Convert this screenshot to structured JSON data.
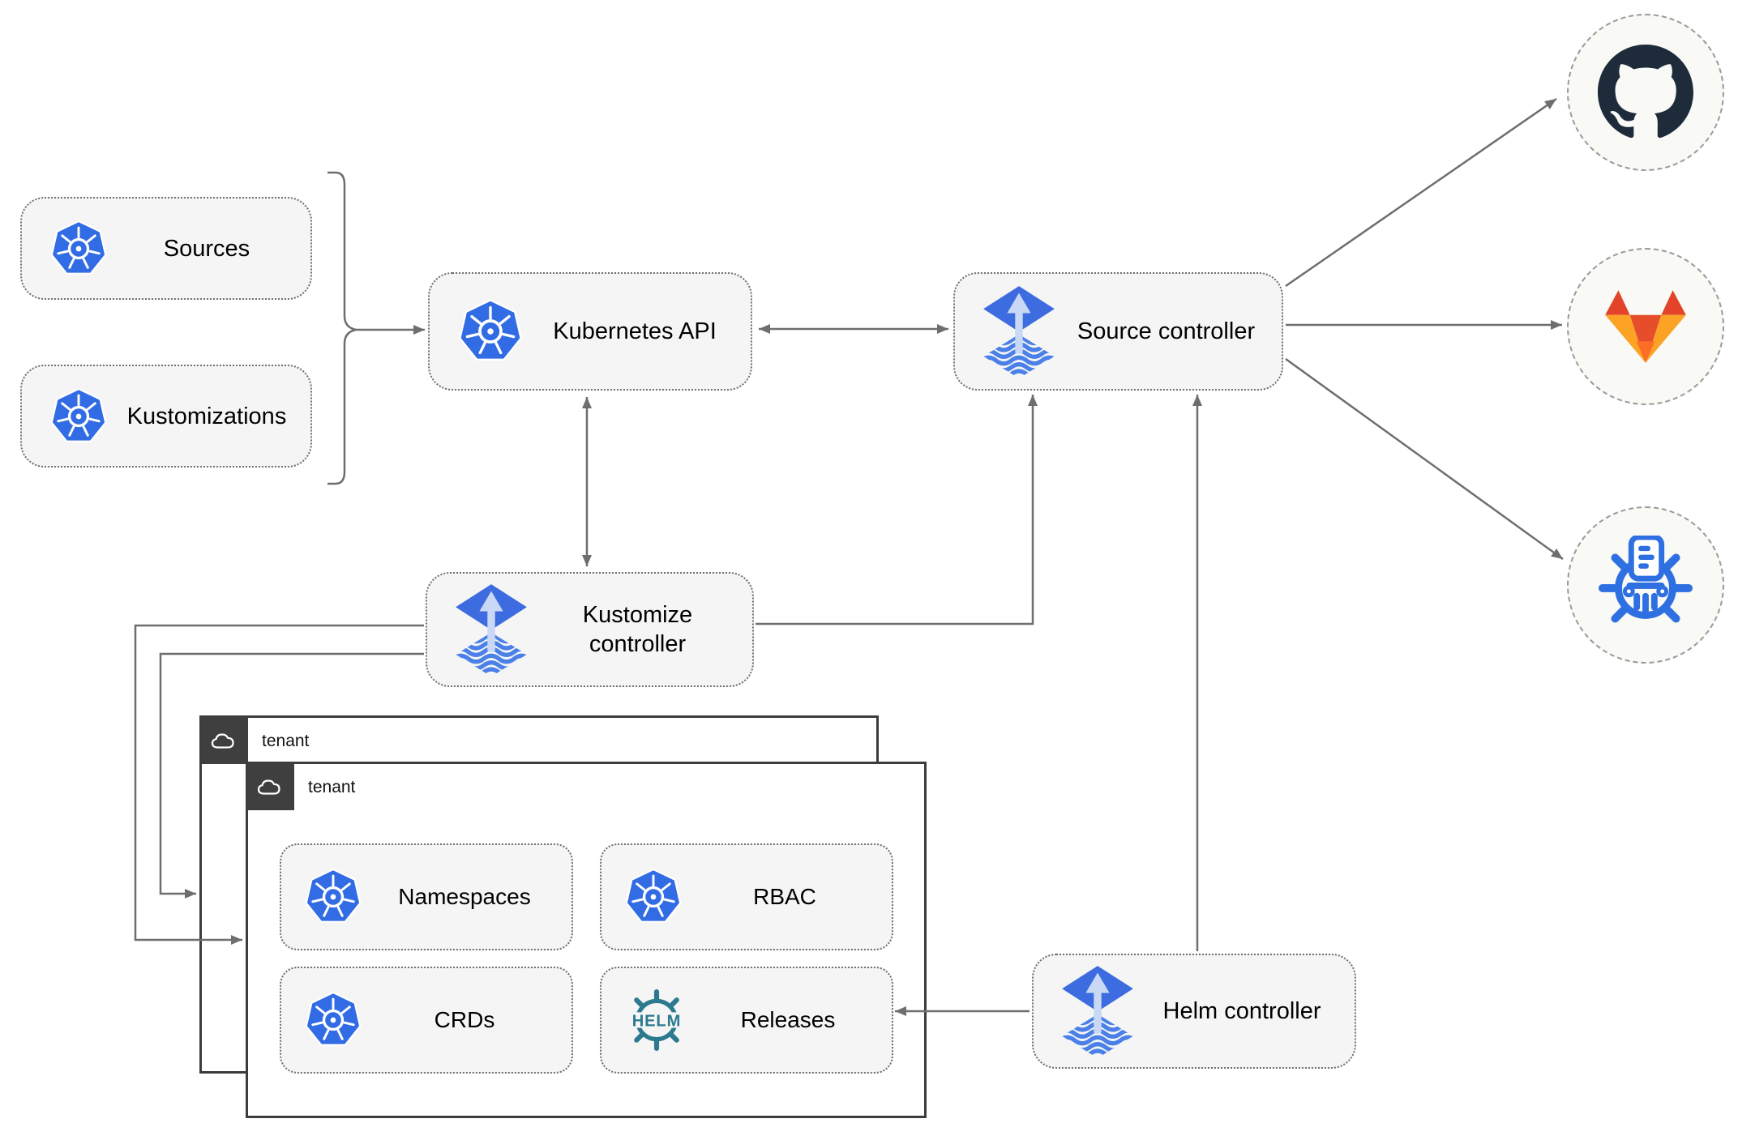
{
  "nodes": {
    "sources": {
      "label": "Sources",
      "icon": "kubernetes-icon"
    },
    "kustomizations": {
      "label": "Kustomizations",
      "icon": "kubernetes-icon"
    },
    "kubernetes_api": {
      "label": "Kubernetes API",
      "icon": "kubernetes-icon"
    },
    "source_controller": {
      "label": "Source controller",
      "icon": "flux-icon"
    },
    "kustomize_controller": {
      "label": "Kustomize controller",
      "icon": "flux-icon"
    },
    "helm_controller": {
      "label": "Helm controller",
      "icon": "flux-icon"
    },
    "tenant_outer": {
      "label": "tenant",
      "icon": "cloud-icon"
    },
    "tenant_inner": {
      "label": "tenant",
      "icon": "cloud-icon"
    },
    "namespaces": {
      "label": "Namespaces",
      "icon": "kubernetes-icon"
    },
    "rbac": {
      "label": "RBAC",
      "icon": "kubernetes-icon"
    },
    "crds": {
      "label": "CRDs",
      "icon": "kubernetes-icon"
    },
    "releases": {
      "label": "Releases",
      "icon": "helm-wheel-icon"
    },
    "github": {
      "icon": "github-logo-icon"
    },
    "gitlab": {
      "icon": "gitlab-logo-icon"
    },
    "helm_repository": {
      "icon": "chartmuseum-logo-icon"
    }
  },
  "icons": {
    "helm_wordmark": "HELM"
  },
  "edges": [
    {
      "from": "sources_and_kustomizations",
      "to": "kubernetes_api",
      "type": "arrow"
    },
    {
      "from": "kubernetes_api",
      "to": "source_controller",
      "type": "bidirectional"
    },
    {
      "from": "kubernetes_api",
      "to": "kustomize_controller",
      "type": "bidirectional"
    },
    {
      "from": "kustomize_controller",
      "to": "source_controller",
      "type": "arrow"
    },
    {
      "from": "kustomize_controller",
      "to": "tenant_outer",
      "type": "arrow"
    },
    {
      "from": "kustomize_controller",
      "to": "tenant_inner",
      "type": "arrow"
    },
    {
      "from": "helm_controller",
      "to": "source_controller",
      "type": "arrow"
    },
    {
      "from": "helm_controller",
      "to": "releases",
      "type": "arrow"
    },
    {
      "from": "source_controller",
      "to": "github",
      "type": "arrow"
    },
    {
      "from": "source_controller",
      "to": "gitlab",
      "type": "arrow"
    },
    {
      "from": "source_controller",
      "to": "helm_repository",
      "type": "arrow"
    }
  ],
  "colors": {
    "kubernetes_blue": "#326CE5",
    "flux_blue": "#3D6BE0",
    "flux_stripe": "#4A80E8",
    "helm_teal": "#2B7A8F",
    "github_dark": "#1D2B3A",
    "gitlab_red": "#E24329",
    "gitlab_orange": "#FC6D26",
    "gitlab_amber": "#FCA326",
    "chartmuseum_blue": "#2E6FE2",
    "connector_gray": "#6E6E6E",
    "node_fill": "#F5F5F5",
    "tenant_border": "#3C3C3C"
  }
}
